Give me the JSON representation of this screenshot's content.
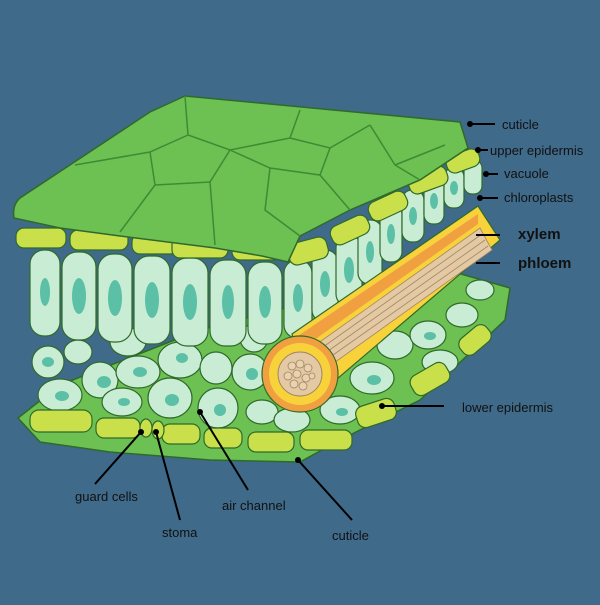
{
  "diagram": {
    "background_color": "#3f6a8a",
    "labels": {
      "cuticle_top": "cuticle",
      "upper_epidermis": "upper epidermis",
      "vacuole": "vacuole",
      "chloroplasts": "chloroplasts",
      "xylem": "xylem",
      "phloem": "phloem",
      "lower_epidermis": "lower epidermis",
      "guard_cells": "guard cells",
      "stoma": "stoma",
      "air_channel": "air channel",
      "cuticle_bottom": "cuticle"
    },
    "colors": {
      "cuticle_green": "#6cc152",
      "epidermis_yellow": "#c9e04a",
      "cell_fill": "#c8ecd4",
      "nucleus": "#5bc0a6",
      "vein_orange": "#f0a040",
      "vein_yellow": "#f7d23a",
      "vein_tan": "#e3c9a4"
    }
  }
}
